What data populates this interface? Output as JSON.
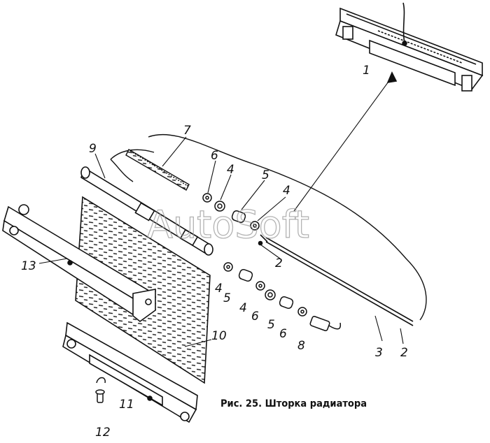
{
  "watermark": "AutoSoft",
  "caption": "Рис. 25. Шторка радиатора",
  "callouts": {
    "c1": "1",
    "c2a": "2",
    "c2b": "2",
    "c3": "3",
    "c4a": "4",
    "c4b": "4",
    "c4c": "4",
    "c4d": "4",
    "c5a": "5",
    "c5b": "5",
    "c5c": "5",
    "c6a": "6",
    "c6b": "6",
    "c6c": "6",
    "c7": "7",
    "c8": "8",
    "c9": "9",
    "c10": "10",
    "c11": "11",
    "c12": "12",
    "c13": "13"
  },
  "colors": {
    "ink": "#111111",
    "paper": "#ffffff",
    "watermark": "#9a9a9a"
  }
}
